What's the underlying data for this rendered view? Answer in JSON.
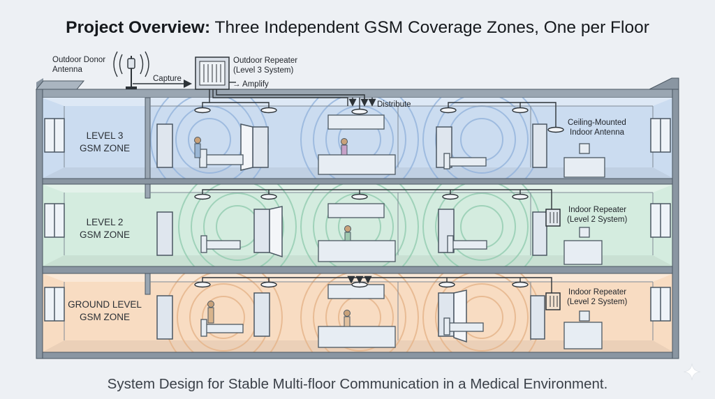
{
  "title": {
    "bold": "Project Overview:",
    "rest": " Three Independent GSM Coverage Zones, One per Floor"
  },
  "footer": "System Design for Stable Multi-floor Communication in a Medical Environment.",
  "labels": {
    "donor_antenna": [
      "Outdoor Donor",
      "Antenna"
    ],
    "outdoor_repeater": [
      "Outdoor Repeater",
      "(Level 3 System)"
    ],
    "capture": "Capture",
    "amplify": "→ Amplify",
    "distribute": "Distribute",
    "ceiling_antenna": [
      "Ceiling-Mounted",
      "Indoor Antenna"
    ],
    "indoor_repeater_l2": [
      "Indoor Repeater",
      "(Level 2 System)"
    ],
    "indoor_repeater_ground": [
      "Indoor Repeater",
      "(Level 2 System)"
    ]
  },
  "zones": [
    {
      "id": "level3",
      "line1": "LEVEL 3",
      "line2": "GSM ZONE",
      "fill": "#cbdcf0",
      "wave": "#93b3dc"
    },
    {
      "id": "level2",
      "line1": "LEVEL 2",
      "line2": "GSM ZONE",
      "fill": "#d4ecdf",
      "wave": "#92ccb0"
    },
    {
      "id": "ground",
      "line1": "GROUND LEVEL",
      "line2": "GSM ZONE",
      "fill": "#f8dcc2",
      "wave": "#e6b68c"
    }
  ],
  "colors": {
    "wall": "#6f7c88",
    "wall_dark": "#4b5762",
    "line": "#2d3338"
  }
}
